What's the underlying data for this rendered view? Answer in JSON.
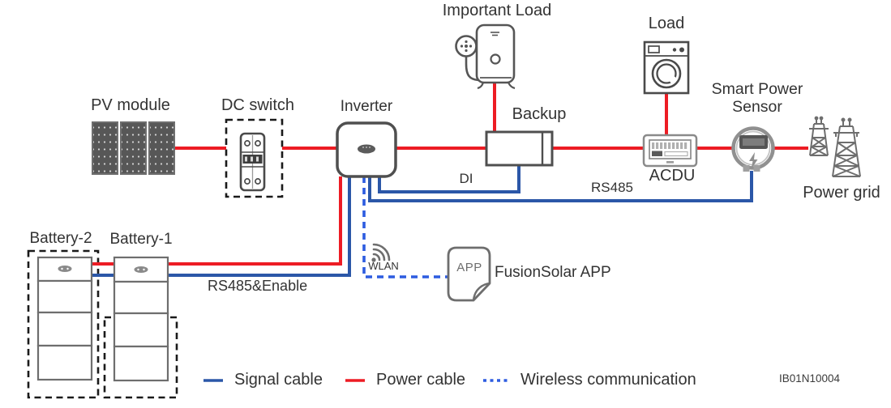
{
  "diagram": {
    "figure_id": "IB01N10004"
  },
  "colors": {
    "power_cable": "#ed1c24",
    "signal_cable": "#2b57a8",
    "wireless": "#2d5ce0"
  },
  "nodes": {
    "pv_module": {
      "label": "PV module"
    },
    "dc_switch": {
      "label": "DC switch"
    },
    "inverter": {
      "label": "Inverter"
    },
    "important_load": {
      "label": "Important Load"
    },
    "backup": {
      "label": "Backup"
    },
    "load": {
      "label": "Load"
    },
    "smart_power_sensor": {
      "label": "Smart Power Sensor"
    },
    "acdu": {
      "label": "ACDU"
    },
    "power_grid": {
      "label": "Power grid"
    },
    "battery_2": {
      "label": "Battery-2"
    },
    "battery_1": {
      "label": "Battery-1"
    },
    "wlan": {
      "label": "WLAN"
    },
    "app": {
      "icon_text": "APP",
      "label": "FusionSolar APP"
    }
  },
  "cable_labels": {
    "di": "DI",
    "rs485": "RS485",
    "rs485_enable": "RS485&Enable"
  },
  "legend": {
    "signal": "Signal cable",
    "power": "Power cable",
    "wireless": "Wireless communication"
  }
}
